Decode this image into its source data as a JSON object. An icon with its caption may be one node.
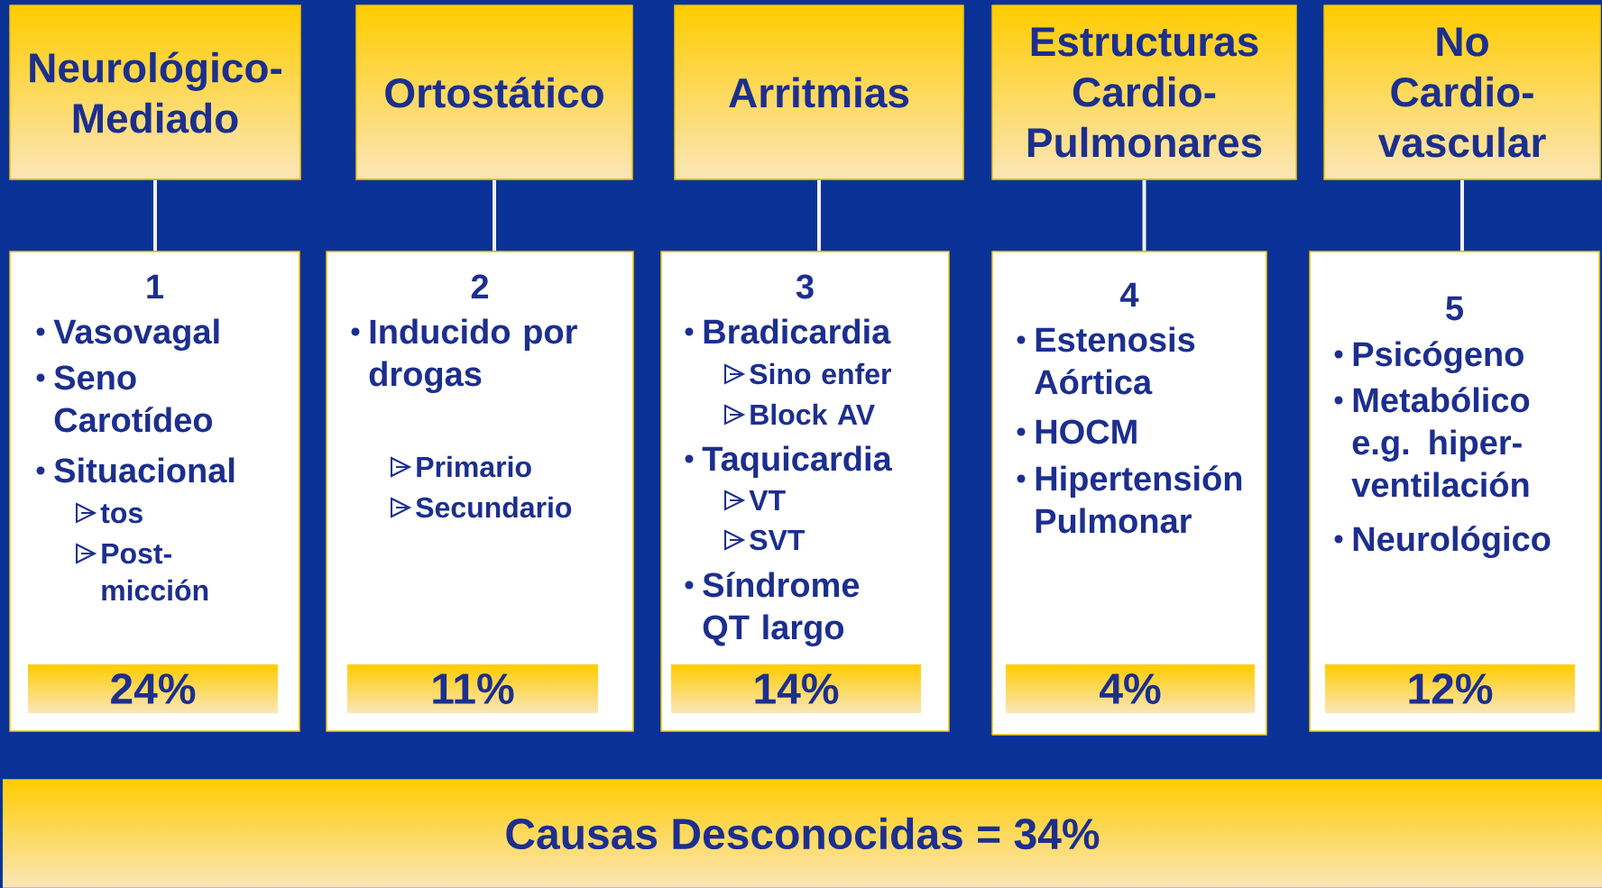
{
  "diagram": {
    "nodes": [
      {
        "text": [
          "Neurológico- Mediado"
        ]
      },
      {
        "text": [
          "Ortostático"
        ]
      },
      {
        "text": [
          "Arritmias"
        ]
      },
      {
        "text": [
          "Estructuras Cardio- Pulmonares"
        ]
      },
      {
        "text": [
          "No Cardio- vascular"
        ]
      },
      {
        "text": [
          "1",
          "Vasovagal",
          "Seno Carotídeo",
          "Situacional",
          "tos",
          "Post- micción"
        ]
      },
      {
        "text": [
          "24%"
        ],
        "in": 5
      },
      {
        "text": [
          "2",
          "Inducido por drogas",
          "Primario",
          "Secundario"
        ]
      },
      {
        "text": [
          "11%"
        ],
        "in": 7
      },
      {
        "text": [
          "3",
          "Bradicardia",
          "Sino enfer",
          "Block AV",
          "Taquicardia",
          "VT",
          "SVT",
          "Síndrome QT largo"
        ]
      },
      {
        "text": [
          "14%"
        ],
        "in": 9
      },
      {
        "text": [
          "4",
          "Estenosis Aórtica",
          "HOCM",
          "Hipertensión Pulmonar"
        ]
      },
      {
        "text": [
          "4%"
        ],
        "in": 11
      },
      {
        "text": [
          "5",
          "Psicógeno",
          "Metabólico e.g. hiper- ventilación",
          "Neurológico"
        ]
      },
      {
        "text": [
          "12%"
        ],
        "in": 13
      },
      {
        "text": [
          "Causas  Desconocidas = 34%"
        ]
      }
    ],
    "edges": [
      {
        "from": 0,
        "to": 5,
        "arrow": "none"
      },
      {
        "from": 1,
        "to": 7,
        "arrow": "none"
      },
      {
        "from": 2,
        "to": 9,
        "arrow": "none"
      },
      {
        "from": 3,
        "to": 11,
        "arrow": "none"
      },
      {
        "from": 4,
        "to": 13,
        "arrow": "none"
      }
    ]
  }
}
